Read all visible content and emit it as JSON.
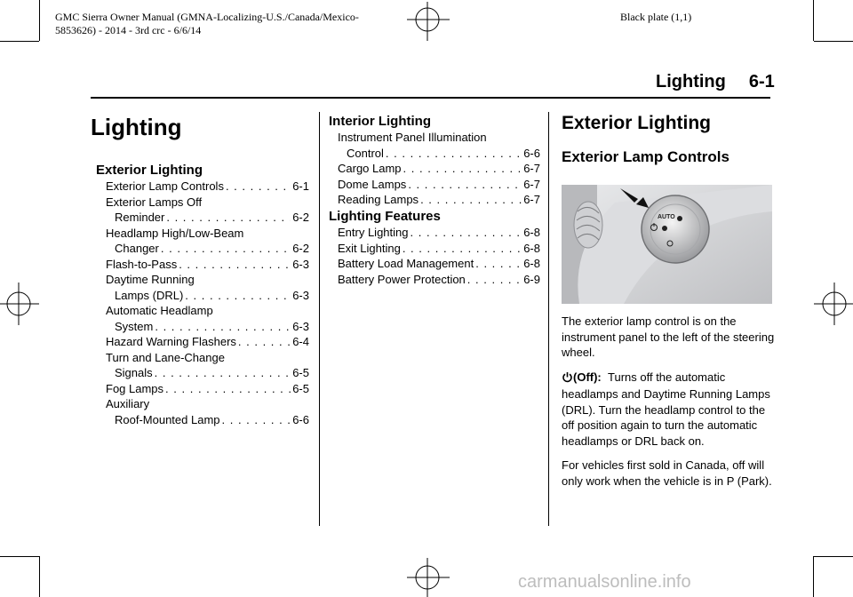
{
  "header": {
    "line1": "GMC Sierra Owner Manual (GMNA-Localizing-U.S./Canada/Mexico-",
    "line2": "5853626) - 2014 - 3rd crc - 6/6/14",
    "plate": "Black plate (1,1)"
  },
  "running_head": {
    "title": "Lighting",
    "page": "6-1"
  },
  "chapter_title": "Lighting",
  "toc": {
    "exterior": {
      "heading": "Exterior Lighting",
      "entries": [
        {
          "title": "Exterior Lamp Controls",
          "page": "6-1"
        },
        {
          "lines": [
            "Exterior Lamps Off"
          ],
          "title": "Reminder",
          "page": "6-2"
        },
        {
          "lines": [
            "Headlamp High/Low-Beam"
          ],
          "title": "Changer",
          "page": "6-2"
        },
        {
          "title": "Flash-to-Pass",
          "page": "6-3"
        },
        {
          "lines": [
            "Daytime Running"
          ],
          "title": "Lamps (DRL)",
          "page": "6-3"
        },
        {
          "lines": [
            "Automatic Headlamp"
          ],
          "title": "System",
          "page": "6-3"
        },
        {
          "title": "Hazard Warning Flashers",
          "page": "6-4"
        },
        {
          "lines": [
            "Turn and Lane-Change"
          ],
          "title": "Signals",
          "page": "6-5"
        },
        {
          "title": "Fog Lamps",
          "page": "6-5"
        },
        {
          "lines": [
            "Auxiliary"
          ],
          "title": "Roof-Mounted Lamp",
          "page": "6-6"
        }
      ]
    },
    "interior": {
      "heading": "Interior Lighting",
      "entries": [
        {
          "lines": [
            "Instrument Panel Illumination"
          ],
          "title": "Control",
          "page": "6-6"
        },
        {
          "title": "Cargo Lamp",
          "page": "6-7"
        },
        {
          "title": "Dome Lamps",
          "page": "6-7"
        },
        {
          "title": "Reading Lamps",
          "page": "6-7"
        }
      ]
    },
    "features": {
      "heading": "Lighting Features",
      "entries": [
        {
          "title": "Entry Lighting",
          "page": "6-8"
        },
        {
          "title": "Exit Lighting",
          "page": "6-8"
        },
        {
          "title": "Battery Load Management",
          "page": "6-8"
        },
        {
          "title": "Battery Power Protection",
          "page": "6-9"
        }
      ]
    }
  },
  "main": {
    "h1": "Exterior Lighting",
    "h2": "Exterior Lamp Controls",
    "photo_label": "AUTO",
    "paragraph1": "The exterior lamp control is on the instrument panel to the left of the steering wheel.",
    "off_icon": "power-off-icon",
    "off_label": "(Off):",
    "paragraph2": "Turns off the automatic headlamps and Daytime Running Lamps (DRL). Turn the headlamp control to the off position again to turn the automatic headlamps or DRL back on.",
    "paragraph3": "For vehicles first sold in Canada, off will only work when the vehicle is in P (Park)."
  },
  "watermark": "carmanualsonline.info"
}
